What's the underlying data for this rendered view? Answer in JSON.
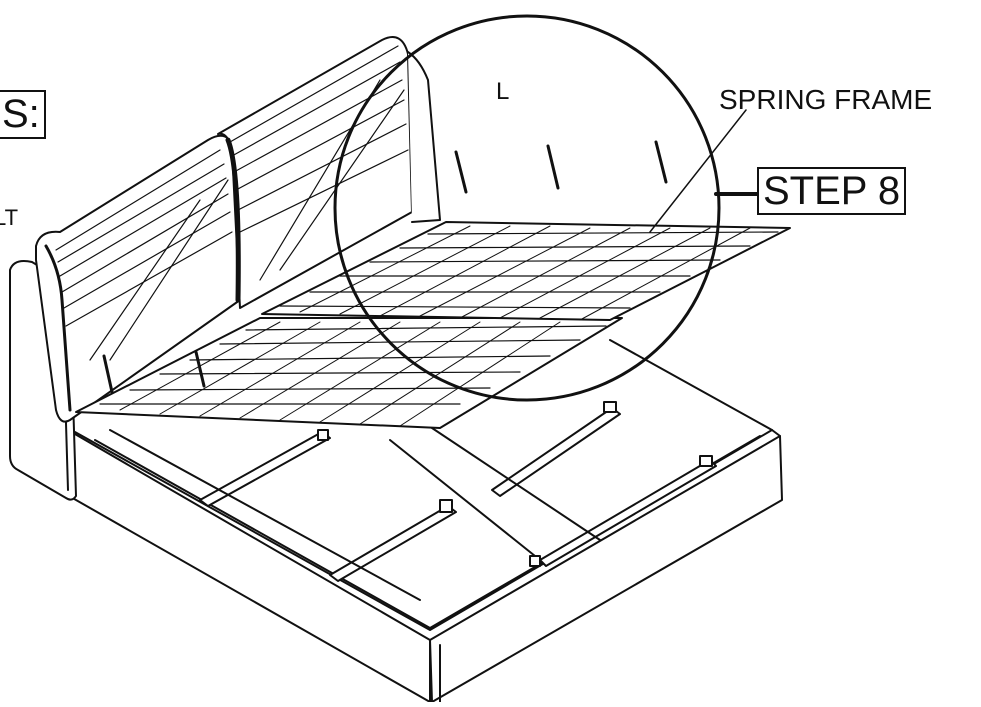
{
  "labels": {
    "parts_fragment": "S:",
    "bolt_fragment": "LT",
    "part_letter": "L",
    "spring_frame": "SPRING FRAME",
    "step": "STEP 8"
  },
  "colors": {
    "ink": "#111111",
    "paper": "#ffffff"
  },
  "icons": [
    "bolt-icon",
    "magnifier-callout-circle"
  ]
}
